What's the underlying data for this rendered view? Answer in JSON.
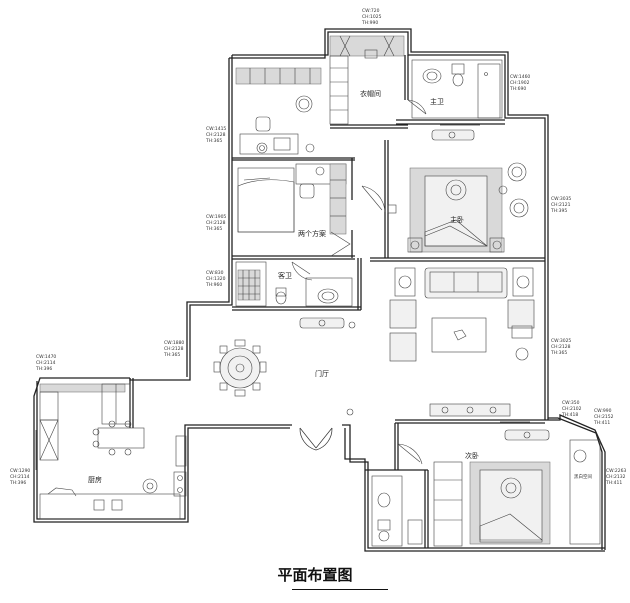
{
  "title": "平面布置图",
  "rooms": [
    {
      "id": "cloakroom",
      "label": "衣帽间"
    },
    {
      "id": "master-bath",
      "label": "主卫"
    },
    {
      "id": "master-bedroom",
      "label": "主卧"
    },
    {
      "id": "study",
      "label": "两个方案"
    },
    {
      "id": "guest-bath",
      "label": "客卫"
    },
    {
      "id": "foyer",
      "label": "门厅"
    },
    {
      "id": "kitchen",
      "label": "厨房"
    },
    {
      "id": "second-bedroom",
      "label": "次卧"
    },
    {
      "id": "bay-label",
      "label": "黑白空间"
    }
  ],
  "dims": {
    "top": [
      "CW:720",
      "CH:1025",
      "TH:990"
    ],
    "masterbath": [
      "CW:1460",
      "CH:1902",
      "TH:690"
    ],
    "upperleft": [
      "CW:1415",
      "CH:2128",
      "TH:365"
    ],
    "mid": [
      "CW:3035",
      "CH:2121",
      "TH:395"
    ],
    "studyleft": [
      "CW:1905",
      "CH:2128",
      "TH:365"
    ],
    "guest": [
      "CW:830",
      "CH:1320",
      "TH:960"
    ],
    "foyerleft": [
      "CW:1880",
      "CH:2128",
      "TH:365"
    ],
    "living": [
      "CW:3025",
      "CH:2128",
      "TH:365"
    ],
    "kitchtop": [
      "CW:1470",
      "CH:2114",
      "TH:396"
    ],
    "kitchleft": [
      "CW:1290",
      "CH:2114",
      "TH:396"
    ],
    "bedr1": [
      "CW:350",
      "CH:2102",
      "TH:418"
    ],
    "bedr2": [
      "CW:990",
      "CH:2152",
      "TH:411"
    ],
    "bedr3": [
      "CW:2263",
      "CH:2132",
      "TH:411"
    ]
  }
}
